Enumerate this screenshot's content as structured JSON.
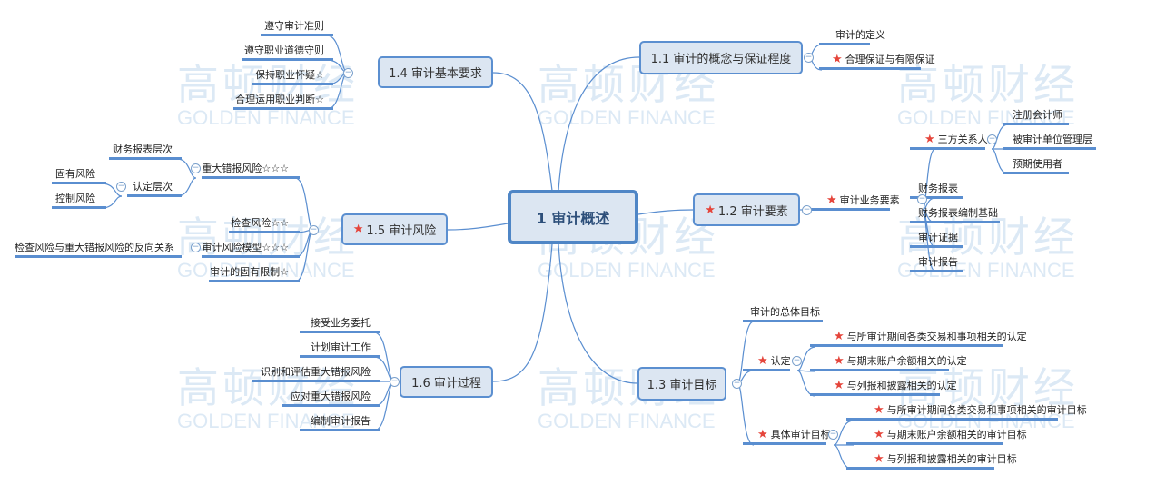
{
  "watermark": {
    "cn": "高顿财经",
    "en": "GOLDEN FINANCE"
  },
  "center": "1 审计概述",
  "b11": {
    "label": "1.1 审计的概念与保证程度",
    "children": [
      "审计的定义",
      "合理保证与有限保证"
    ]
  },
  "b12": {
    "label": "1.2 审计要素",
    "child": "审计业务要素",
    "parties": {
      "label": "三方关系人",
      "children": [
        "注册会计师",
        "被审计单位管理层",
        "预期使用者"
      ]
    },
    "others": [
      "财务报表",
      "财务报表编制基础",
      "审计证据",
      "审计报告"
    ]
  },
  "b13": {
    "label": "1.3 审计目标",
    "overall": "审计的总体目标",
    "assertions": {
      "label": "认定",
      "children": [
        "与所审计期间各类交易和事项相关的认定",
        "与期末账户余额相关的认定",
        "与列报和披露相关的认定"
      ]
    },
    "specific": {
      "label": "具体审计目标",
      "children": [
        "与所审计期间各类交易和事项相关的审计目标",
        "与期末账户余额相关的审计目标",
        "与列报和披露相关的审计目标"
      ]
    }
  },
  "b14": {
    "label": "1.4 审计基本要求",
    "children": [
      "遵守审计准则",
      "遵守职业道德守则",
      "保持职业怀疑☆",
      "合理运用职业判断☆"
    ]
  },
  "b15": {
    "label": "1.5 审计风险",
    "mmr": {
      "label": "重大错报风险☆☆☆",
      "fs_level": "财务报表层次",
      "assert_level": {
        "label": "认定层次",
        "children": [
          "固有风险",
          "控制风险"
        ]
      }
    },
    "detection": "检查风险☆☆",
    "model": {
      "label": "审计风险模型☆☆☆",
      "child": "检查风险与重大错报风险的反向关系"
    },
    "limits": "审计的固有限制☆"
  },
  "b16": {
    "label": "1.6 审计过程",
    "children": [
      "接受业务委托",
      "计划审计工作",
      "识别和评估重大错报风险",
      "应对重大错报风险",
      "编制审计报告"
    ]
  },
  "colors": {
    "line": "#5a8ed0",
    "star": "#e5453b",
    "node_fill": "#dce6f2"
  }
}
